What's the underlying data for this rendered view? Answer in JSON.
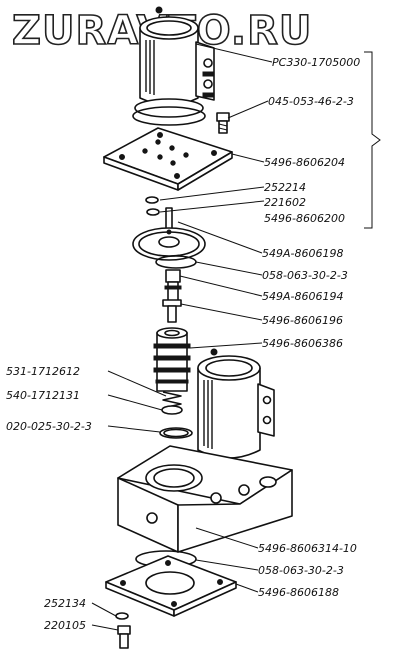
{
  "watermark": "ZURAVTO.RU",
  "labels": [
    "PC330-1705000",
    "045-053-46-2-3",
    "5496-8606204",
    "252214",
    "221602",
    "5496-8606200",
    "549A-8606198",
    "058-063-30-2-3",
    "549A-8606194",
    "5496-8606196",
    "5496-8606386",
    "531-1712612",
    "540-1712131",
    "020-025-30-2-3",
    "5496-8606314-10",
    "058-063-30-2-3",
    "5496-8606188",
    "252134",
    "220105"
  ],
  "colors": {
    "ink": "#111111",
    "paper": "#ffffff"
  }
}
